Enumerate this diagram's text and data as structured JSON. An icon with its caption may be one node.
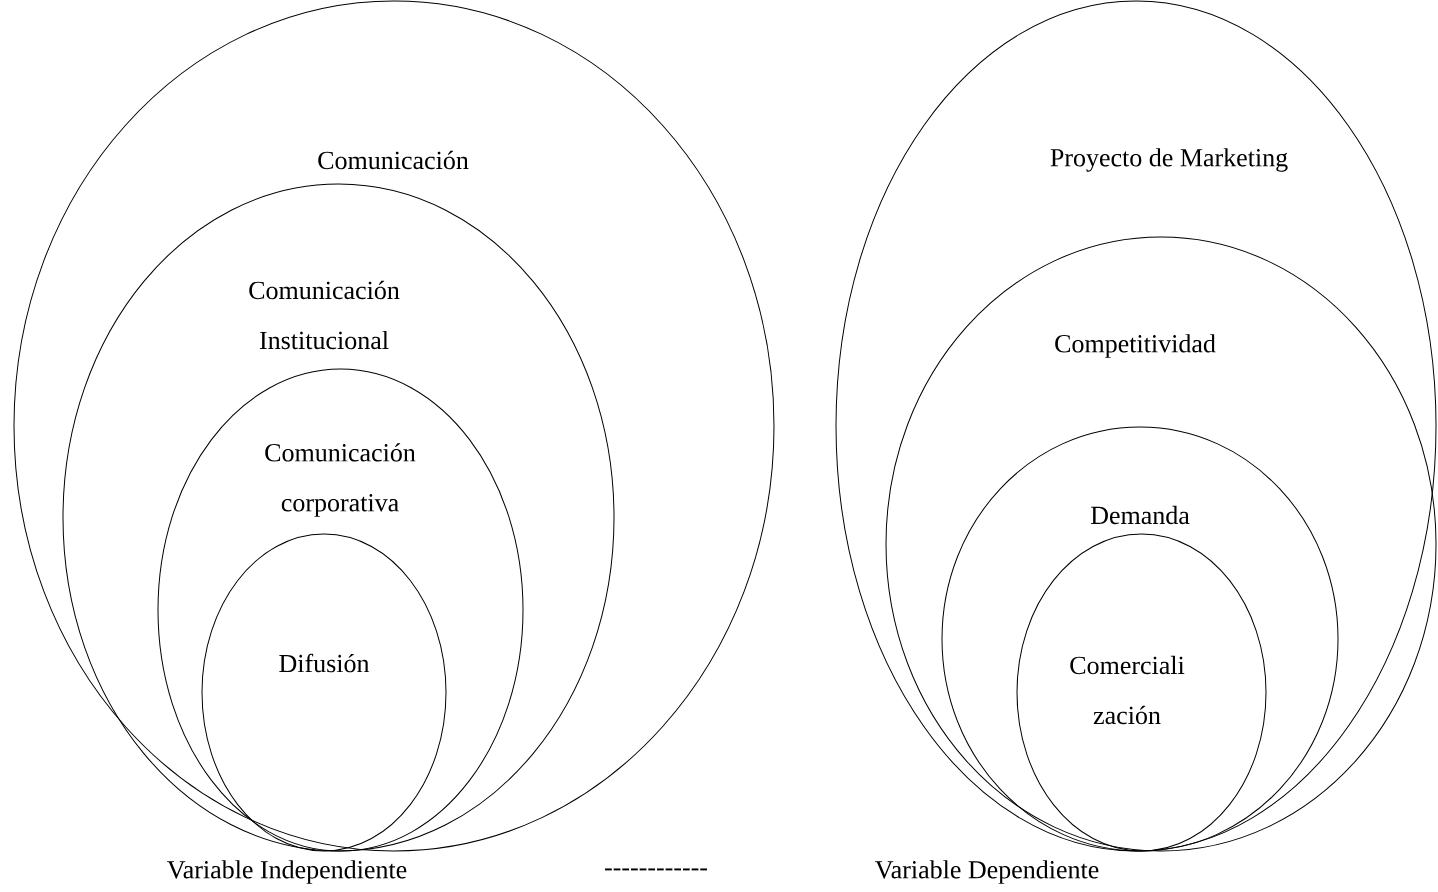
{
  "diagram": {
    "nodes": [
      {
        "text": [
          "Comunicación"
        ]
      },
      {
        "text": [
          "Comunicación Institucional"
        ],
        "in": 0
      },
      {
        "text": [
          "Comunicación corporativa"
        ],
        "in": 1
      },
      {
        "text": [
          "Difusión"
        ],
        "in": 2
      },
      {
        "text": [
          "Proyecto de Marketing"
        ]
      },
      {
        "text": [
          "Competitividad"
        ],
        "in": 4
      },
      {
        "text": [
          "Demanda"
        ],
        "in": 5
      },
      {
        "text": [
          "Comerciali zación"
        ],
        "in": 6
      }
    ],
    "labels": [
      "Variable Independiente",
      "------------",
      "Variable Dependiente"
    ]
  }
}
